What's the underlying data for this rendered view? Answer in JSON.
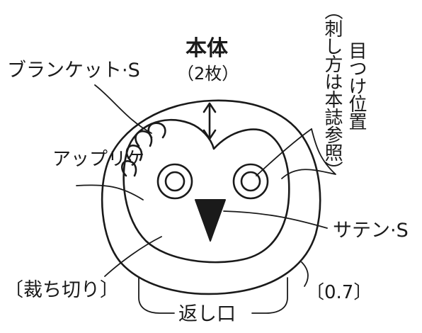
{
  "labels": {
    "title": "本体",
    "count": "（2枚）",
    "blanket_stitch": "ブランケット·S",
    "applique": "アップリケ",
    "cut_off": "〔裁ち切り〕",
    "eye_position": "目つけ位置",
    "embroidery_note": "（刺し方は本誌参照）",
    "satin_stitch": "サテン·S",
    "seam_allowance": "〔0.7〕",
    "opening": "返し口"
  },
  "colors": {
    "line": "#1a1a1a",
    "fill": "#ffffff"
  }
}
